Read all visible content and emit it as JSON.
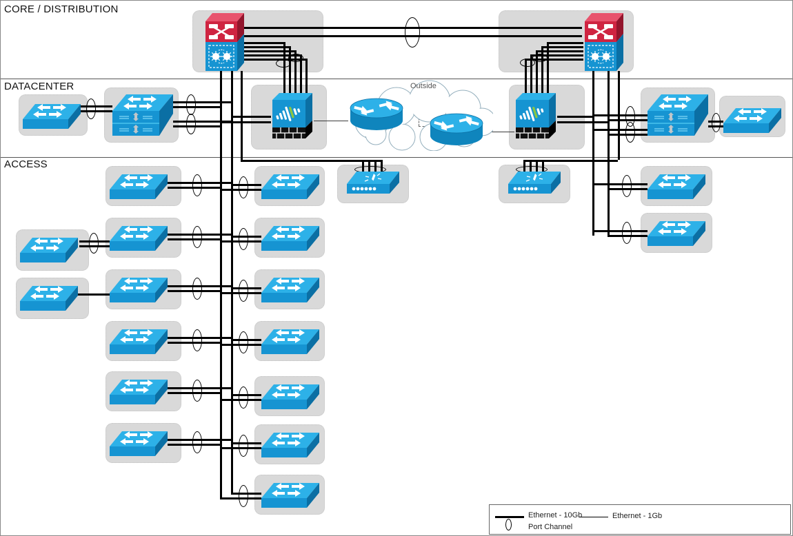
{
  "sections": {
    "core": {
      "label": "CORE / DISTRIBUTION"
    },
    "datacenter": {
      "label": "DATACENTER"
    },
    "access": {
      "label": "ACCESS"
    }
  },
  "cloud": {
    "label": "Outside"
  },
  "legend": {
    "eth10": "Ethernet - 10Gb",
    "eth1": "Ethernet - 1Gb",
    "pc": "Port Channel"
  },
  "colors": {
    "device_blue": "#1694d2",
    "device_blue_light": "#2db1e8",
    "device_blue_dark": "#0b6fa4",
    "core_red": "#cf2441",
    "core_red_dark": "#92152c",
    "firewall_green": "#8dc63f",
    "group_bg_gray": "#d9d9d9",
    "wire_black": "#000000"
  },
  "backgrounds": [
    [
      278,
      14,
      190,
      90
    ],
    [
      722,
      14,
      196,
      90
    ],
    [
      26,
      136,
      100,
      60
    ],
    [
      150,
      126,
      108,
      80
    ],
    [
      363,
      122,
      110,
      94
    ],
    [
      737,
      122,
      110,
      94
    ],
    [
      928,
      126,
      108,
      80
    ],
    [
      1042,
      138,
      96,
      60
    ],
    [
      152,
      240,
      110,
      58
    ],
    [
      152,
      315,
      110,
      58
    ],
    [
      152,
      390,
      110,
      58
    ],
    [
      152,
      465,
      110,
      58
    ],
    [
      152,
      538,
      110,
      58
    ],
    [
      152,
      613,
      110,
      58
    ],
    [
      22,
      332,
      106,
      60
    ],
    [
      22,
      402,
      106,
      60
    ],
    [
      368,
      240,
      102,
      58
    ],
    [
      368,
      315,
      102,
      58
    ],
    [
      368,
      390,
      102,
      58
    ],
    [
      368,
      465,
      102,
      58
    ],
    [
      368,
      545,
      102,
      58
    ],
    [
      368,
      615,
      102,
      58
    ],
    [
      368,
      688,
      102,
      58
    ],
    [
      928,
      240,
      104,
      58
    ],
    [
      928,
      308,
      104,
      58
    ],
    [
      488,
      238,
      104,
      56
    ],
    [
      722,
      238,
      104,
      56
    ]
  ],
  "wires": [
    [
      0,
      113,
      1150,
      "h",
      "s"
    ],
    [
      0,
      227,
      1150,
      "h",
      "s"
    ],
    [
      353,
      38,
      490,
      "h",
      "t"
    ],
    [
      353,
      50,
      490,
      "h",
      "t"
    ],
    [
      347,
      60,
      63,
      "h",
      "t"
    ],
    [
      347,
      66,
      71,
      "h",
      "t"
    ],
    [
      347,
      72,
      79,
      "h",
      "t"
    ],
    [
      347,
      78,
      87,
      "h",
      "t"
    ],
    [
      347,
      84,
      95,
      "h",
      "t"
    ],
    [
      410,
      60,
      80,
      "v",
      "t"
    ],
    [
      418,
      66,
      74,
      "v",
      "t"
    ],
    [
      426,
      72,
      68,
      "v",
      "t"
    ],
    [
      434,
      78,
      62,
      "v",
      "t"
    ],
    [
      442,
      84,
      56,
      "v",
      "t"
    ],
    [
      760,
      84,
      85,
      "h",
      "t"
    ],
    [
      768,
      78,
      77,
      "h",
      "t"
    ],
    [
      776,
      72,
      69,
      "h",
      "t"
    ],
    [
      784,
      66,
      61,
      "h",
      "t"
    ],
    [
      792,
      60,
      53,
      "h",
      "t"
    ],
    [
      760,
      84,
      56,
      "v",
      "t"
    ],
    [
      768,
      78,
      62,
      "v",
      "t"
    ],
    [
      776,
      72,
      68,
      "v",
      "t"
    ],
    [
      784,
      66,
      74,
      "v",
      "t"
    ],
    [
      792,
      60,
      80,
      "v",
      "t"
    ],
    [
      318,
      102,
      622,
      "v",
      "t"
    ],
    [
      334,
      102,
      614,
      "v",
      "t"
    ],
    [
      348,
      102,
      129,
      "v",
      "t"
    ],
    [
      858,
      102,
      239,
      "v",
      "t"
    ],
    [
      880,
      102,
      239,
      "v",
      "t"
    ],
    [
      895,
      102,
      129,
      "v",
      "t"
    ],
    [
      348,
      231,
      205,
      "h",
      "t"
    ],
    [
      758,
      231,
      137,
      "h",
      "t"
    ],
    [
      524,
      231,
      21,
      "v",
      "t"
    ],
    [
      533,
      231,
      21,
      "v",
      "t"
    ],
    [
      542,
      231,
      21,
      "v",
      "t"
    ],
    [
      551,
      231,
      21,
      "v",
      "t"
    ],
    [
      758,
      231,
      21,
      "v",
      "t"
    ],
    [
      767,
      231,
      21,
      "v",
      "t"
    ],
    [
      776,
      231,
      21,
      "v",
      "t"
    ],
    [
      785,
      231,
      21,
      "v",
      "t"
    ],
    [
      114,
      152,
      48,
      "h",
      "t"
    ],
    [
      114,
      159,
      48,
      "h",
      "t"
    ],
    [
      250,
      146,
      84,
      "h",
      "t"
    ],
    [
      250,
      153,
      68,
      "h",
      "t"
    ],
    [
      250,
      174,
      84,
      "h",
      "t"
    ],
    [
      250,
      181,
      68,
      "h",
      "t"
    ],
    [
      334,
      167,
      58,
      "h",
      "t"
    ],
    [
      318,
      175,
      74,
      "h",
      "t"
    ],
    [
      807,
      167,
      51,
      "h",
      "t"
    ],
    [
      807,
      175,
      73,
      "h",
      "t"
    ],
    [
      454,
      174,
      50,
      "h",
      "n"
    ],
    [
      586,
      166,
      20,
      "h",
      "d"
    ],
    [
      606,
      166,
      16,
      "v",
      "d"
    ],
    [
      606,
      182,
      14,
      "h",
      "d"
    ],
    [
      702,
      190,
      43,
      "h",
      "n"
    ],
    [
      858,
      165,
      80,
      "h",
      "t"
    ],
    [
      880,
      172,
      58,
      "h",
      "t"
    ],
    [
      858,
      186,
      80,
      "h",
      "t"
    ],
    [
      880,
      193,
      58,
      "h",
      "t"
    ],
    [
      1026,
      174,
      22,
      "h",
      "t"
    ],
    [
      1026,
      181,
      22,
      "h",
      "t"
    ],
    [
      242,
      263,
      92,
      "h",
      "t"
    ],
    [
      242,
      270,
      76,
      "h",
      "t"
    ],
    [
      242,
      338,
      92,
      "h",
      "t"
    ],
    [
      242,
      345,
      76,
      "h",
      "t"
    ],
    [
      242,
      413,
      92,
      "h",
      "t"
    ],
    [
      242,
      420,
      76,
      "h",
      "t"
    ],
    [
      242,
      488,
      92,
      "h",
      "t"
    ],
    [
      242,
      495,
      76,
      "h",
      "t"
    ],
    [
      242,
      561,
      92,
      "h",
      "t"
    ],
    [
      242,
      568,
      76,
      "h",
      "t"
    ],
    [
      242,
      636,
      92,
      "h",
      "t"
    ],
    [
      242,
      643,
      76,
      "h",
      "t"
    ],
    [
      114,
      348,
      44,
      "h",
      "t"
    ],
    [
      114,
      355,
      44,
      "h",
      "t"
    ],
    [
      112,
      425,
      48,
      "h",
      "t"
    ],
    [
      334,
      266,
      44,
      "h",
      "t"
    ],
    [
      318,
      273,
      60,
      "h",
      "t"
    ],
    [
      334,
      341,
      44,
      "h",
      "t"
    ],
    [
      318,
      348,
      60,
      "h",
      "t"
    ],
    [
      334,
      416,
      44,
      "h",
      "t"
    ],
    [
      318,
      423,
      60,
      "h",
      "t"
    ],
    [
      334,
      491,
      44,
      "h",
      "t"
    ],
    [
      318,
      498,
      60,
      "h",
      "t"
    ],
    [
      334,
      571,
      44,
      "h",
      "t"
    ],
    [
      318,
      578,
      60,
      "h",
      "t"
    ],
    [
      334,
      641,
      44,
      "h",
      "t"
    ],
    [
      318,
      648,
      60,
      "h",
      "t"
    ],
    [
      334,
      714,
      44,
      "h",
      "t"
    ],
    [
      318,
      721,
      60,
      "h",
      "t"
    ],
    [
      858,
      265,
      80,
      "h",
      "t"
    ],
    [
      880,
      272,
      58,
      "h",
      "t"
    ],
    [
      858,
      333,
      80,
      "h",
      "t"
    ],
    [
      880,
      340,
      58,
      "h",
      "t"
    ]
  ],
  "ellipses": [
    [
      586,
      24,
      22,
      44
    ],
    [
      399,
      85,
      22,
      12
    ],
    [
      417,
      77,
      22,
      12
    ],
    [
      753,
      84,
      22,
      12
    ],
    [
      771,
      77,
      22,
      12
    ],
    [
      124,
      142,
      14,
      30
    ],
    [
      269,
      136,
      14,
      30
    ],
    [
      269,
      164,
      14,
      30
    ],
    [
      906,
      153,
      14,
      30
    ],
    [
      906,
      176,
      14,
      30
    ],
    [
      1031,
      163,
      13,
      28
    ],
    [
      278,
      252,
      14,
      32
    ],
    [
      278,
      327,
      14,
      32
    ],
    [
      278,
      402,
      14,
      32
    ],
    [
      278,
      477,
      14,
      32
    ],
    [
      278,
      550,
      14,
      32
    ],
    [
      278,
      625,
      14,
      32
    ],
    [
      128,
      337,
      14,
      30
    ],
    [
      345,
      255,
      14,
      32
    ],
    [
      345,
      330,
      14,
      32
    ],
    [
      345,
      405,
      14,
      32
    ],
    [
      345,
      480,
      14,
      32
    ],
    [
      345,
      560,
      14,
      32
    ],
    [
      345,
      630,
      14,
      32
    ],
    [
      345,
      703,
      14,
      32
    ],
    [
      901,
      253,
      14,
      32
    ],
    [
      901,
      321,
      14,
      32
    ],
    [
      513,
      240,
      46,
      10
    ],
    [
      747,
      240,
      46,
      10
    ]
  ],
  "devices": [
    [
      "cloud",
      "outside-cloud",
      486,
      114
    ],
    [
      "core",
      "vss-core-switch-left",
      293,
      18
    ],
    [
      "core",
      "vss-core-switch-right",
      843,
      18
    ],
    [
      "switch",
      "dc-switch-left",
      32,
      146
    ],
    [
      "stack",
      "dc-stack-switch-left",
      162,
      132
    ],
    [
      "firewall",
      "firewall-left",
      392,
      134
    ],
    [
      "router",
      "internet-router-1",
      504,
      140
    ],
    [
      "router",
      "internet-router-2",
      620,
      162
    ],
    [
      "firewall",
      "firewall-right",
      745,
      134
    ],
    [
      "stack",
      "dc-stack-switch-right",
      938,
      132
    ],
    [
      "switch",
      "dc-switch-right",
      1048,
      152
    ],
    [
      "switch",
      "access-switch-l1",
      158,
      248
    ],
    [
      "switch",
      "access-switch-l2",
      158,
      323
    ],
    [
      "switch",
      "access-switch-l3",
      158,
      398
    ],
    [
      "switch",
      "access-switch-l4",
      158,
      473
    ],
    [
      "switch",
      "access-switch-l5",
      158,
      546
    ],
    [
      "switch",
      "access-switch-l6",
      158,
      621
    ],
    [
      "switch",
      "access-switch-edge1",
      28,
      340
    ],
    [
      "switch",
      "access-switch-edge2",
      28,
      410
    ],
    [
      "switch",
      "access-switch-m1",
      378,
      248
    ],
    [
      "switch",
      "access-switch-m2",
      378,
      323
    ],
    [
      "switch",
      "access-switch-m3",
      378,
      398
    ],
    [
      "switch",
      "access-switch-m4",
      378,
      473
    ],
    [
      "switch",
      "access-switch-m5",
      378,
      553
    ],
    [
      "switch",
      "access-switch-m6",
      378,
      623
    ],
    [
      "switch",
      "access-switch-m7",
      378,
      696
    ],
    [
      "switch",
      "access-switch-r1",
      938,
      248
    ],
    [
      "switch",
      "access-switch-r2",
      938,
      316
    ],
    [
      "wlc",
      "wireless-controller-left",
      502,
      244
    ],
    [
      "wlc",
      "wireless-controller-right",
      736,
      244
    ]
  ]
}
